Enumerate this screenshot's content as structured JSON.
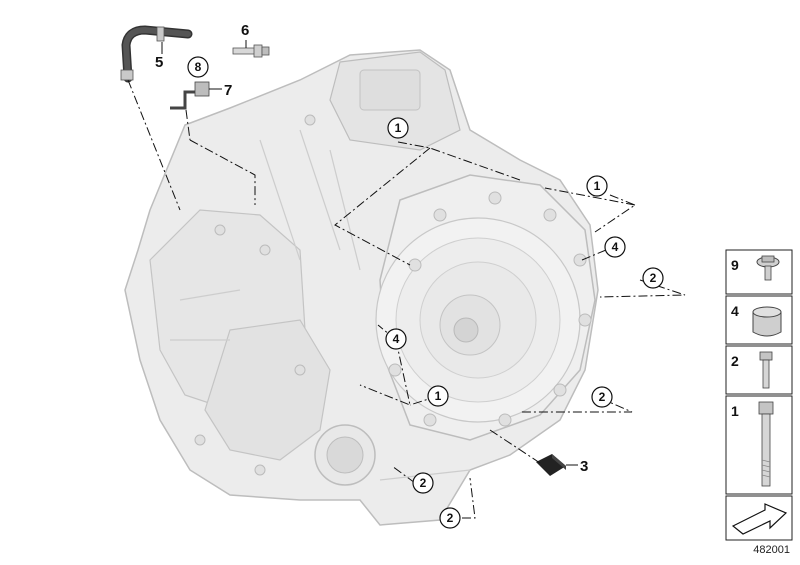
{
  "diagram_id": "482001",
  "callouts": {
    "c1a": "1",
    "c1b": "1",
    "c1c": "1",
    "c2a": "2",
    "c2b": "2",
    "c2c": "2",
    "c2d": "2",
    "c4a": "4",
    "c4b": "4",
    "c8": "8"
  },
  "part_labels": {
    "p3": "3",
    "p5": "5",
    "p6": "6",
    "p7": "7"
  },
  "legend": [
    {
      "number": "9",
      "part": "flange-screw"
    },
    {
      "number": "4",
      "part": "sleeve"
    },
    {
      "number": "2",
      "part": "short-bolt"
    },
    {
      "number": "1",
      "part": "long-stud-bolt"
    }
  ],
  "colors": {
    "housing": "#ececec",
    "housing_edge": "#b9b9b9",
    "ink": "#111111"
  }
}
